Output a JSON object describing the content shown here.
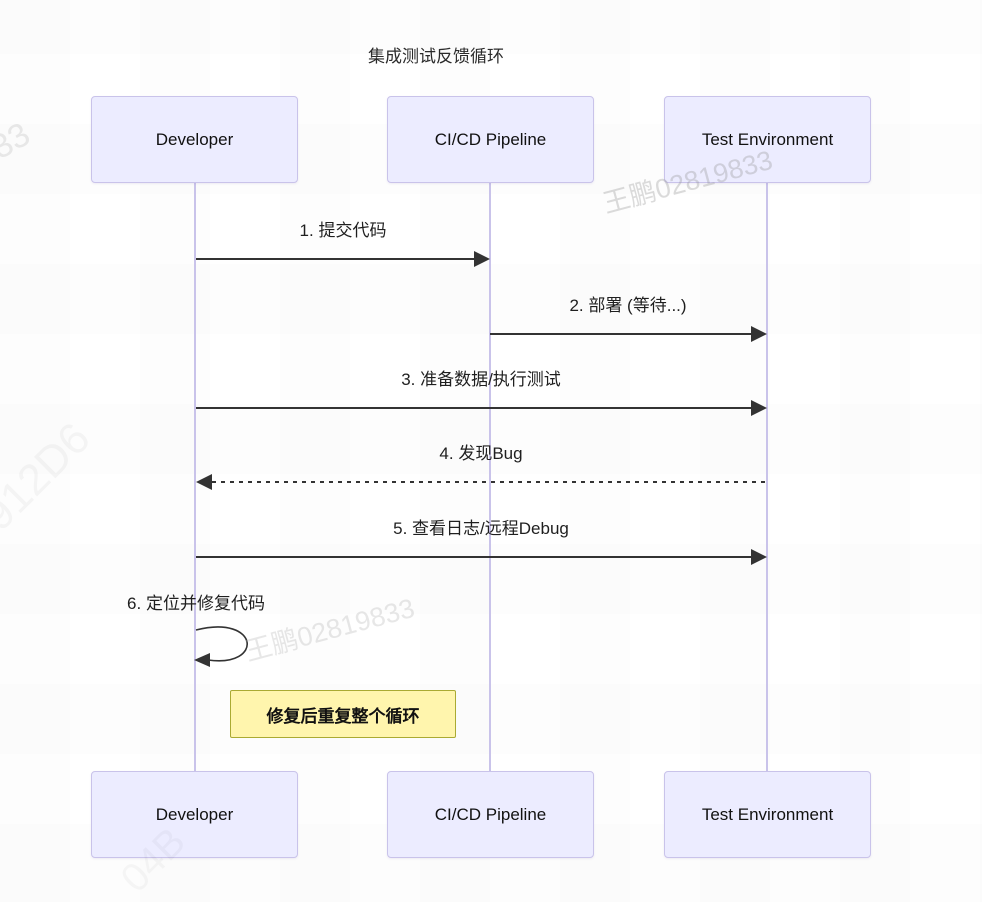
{
  "title": "集成测试反馈循环",
  "actors": [
    {
      "id": "developer",
      "label": "Developer"
    },
    {
      "id": "cicd",
      "label": "CI/CD Pipeline"
    },
    {
      "id": "test-env",
      "label": "Test Environment"
    }
  ],
  "messages": [
    {
      "seq": 1,
      "label": "1. 提交代码",
      "from": "developer",
      "to": "cicd",
      "line": "solid"
    },
    {
      "seq": 2,
      "label": "2. 部署 (等待...)",
      "from": "cicd",
      "to": "test-env",
      "line": "solid"
    },
    {
      "seq": 3,
      "label": "3. 准备数据/执行测试",
      "from": "developer",
      "to": "test-env",
      "line": "solid"
    },
    {
      "seq": 4,
      "label": "4. 发现Bug",
      "from": "test-env",
      "to": "developer",
      "line": "dashed"
    },
    {
      "seq": 5,
      "label": "5. 查看日志/远程Debug",
      "from": "developer",
      "to": "test-env",
      "line": "solid"
    },
    {
      "seq": 6,
      "label": "6. 定位并修复代码",
      "from": "developer",
      "to": "developer",
      "line": "self-loop"
    }
  ],
  "note": {
    "label": "修复后重复整个循环"
  },
  "watermarks": [
    {
      "text": "王鹏02819833"
    },
    {
      "text": "王鹏02819833"
    },
    {
      "text": "33"
    },
    {
      "text": "912D6"
    },
    {
      "text": "04B"
    }
  ],
  "colors": {
    "actor_fill": "#ECECFF",
    "actor_border": "#C9C3EA",
    "lifeline": "#C9C3EA",
    "arrow": "#333333",
    "note_fill": "#FFF5AD",
    "note_border": "#AAAA33",
    "text": "#1F1F1F"
  }
}
